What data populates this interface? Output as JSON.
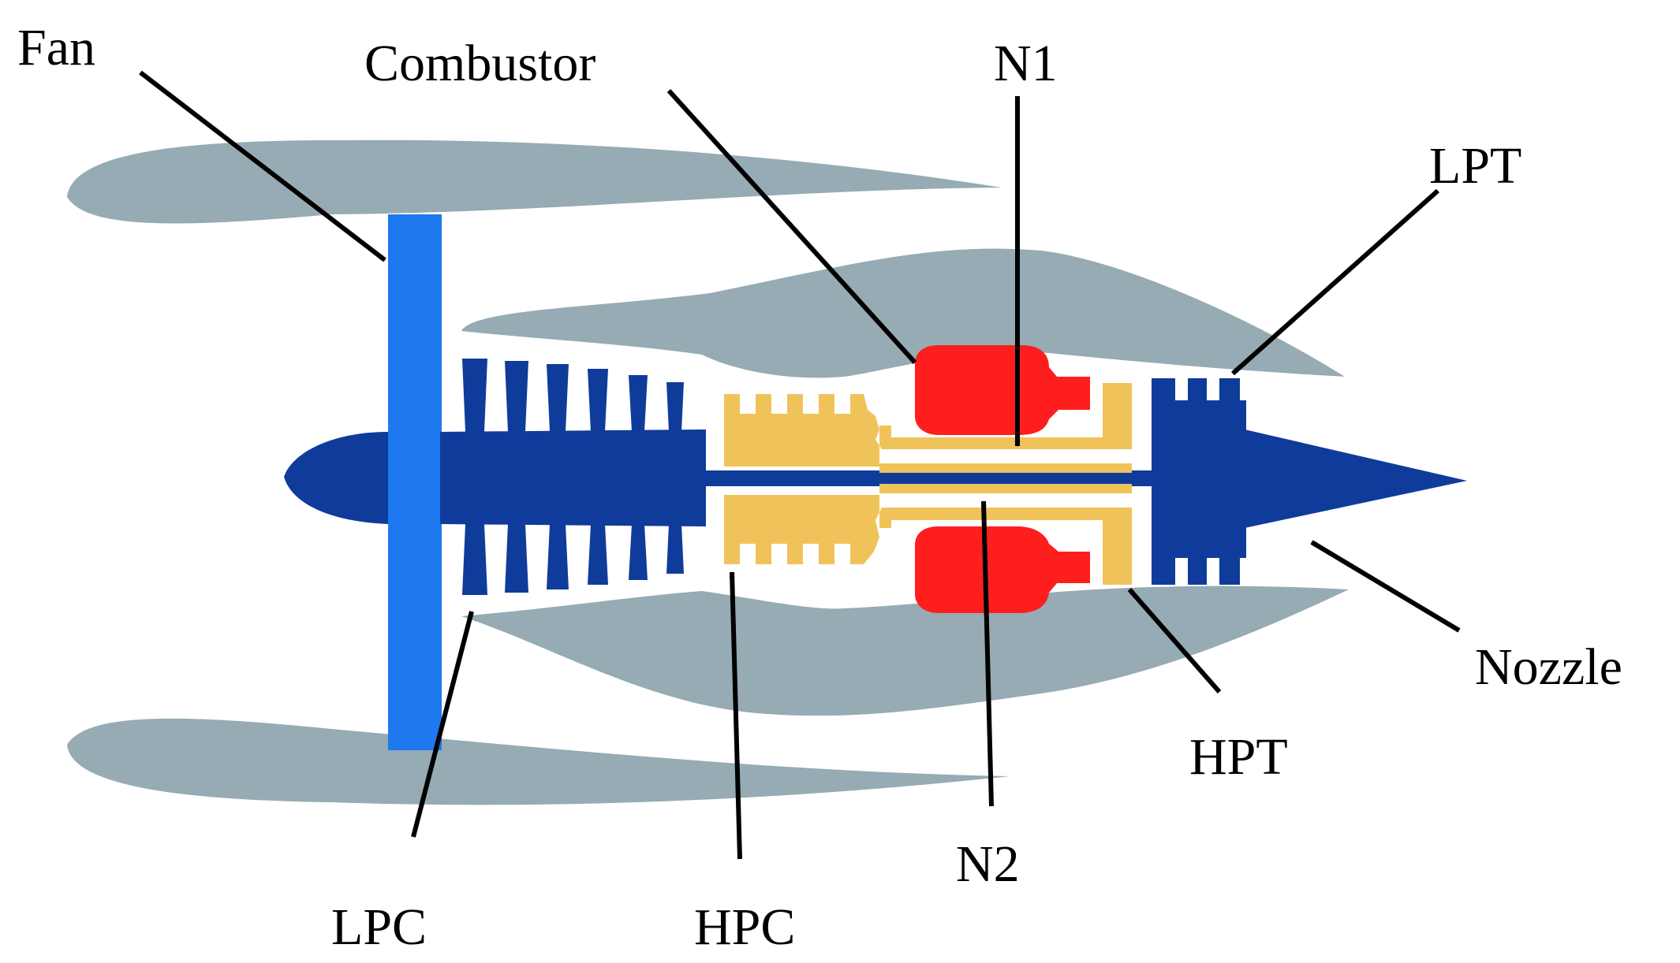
{
  "labels": {
    "fan": "Fan",
    "combustor": "Combustor",
    "n1": "N1",
    "lpt": "LPT",
    "lpc": "LPC",
    "hpc": "HPC",
    "n2": "N2",
    "hpt": "HPT",
    "nozzle": "Nozzle"
  },
  "colors": {
    "nacelle": "#96abb3",
    "fan": "#1e78f0",
    "low_pressure_spool": "#0f3c9b",
    "high_pressure_spool": "#f0c35a",
    "combustor": "#ff1e1e",
    "arrows": "#000000"
  }
}
